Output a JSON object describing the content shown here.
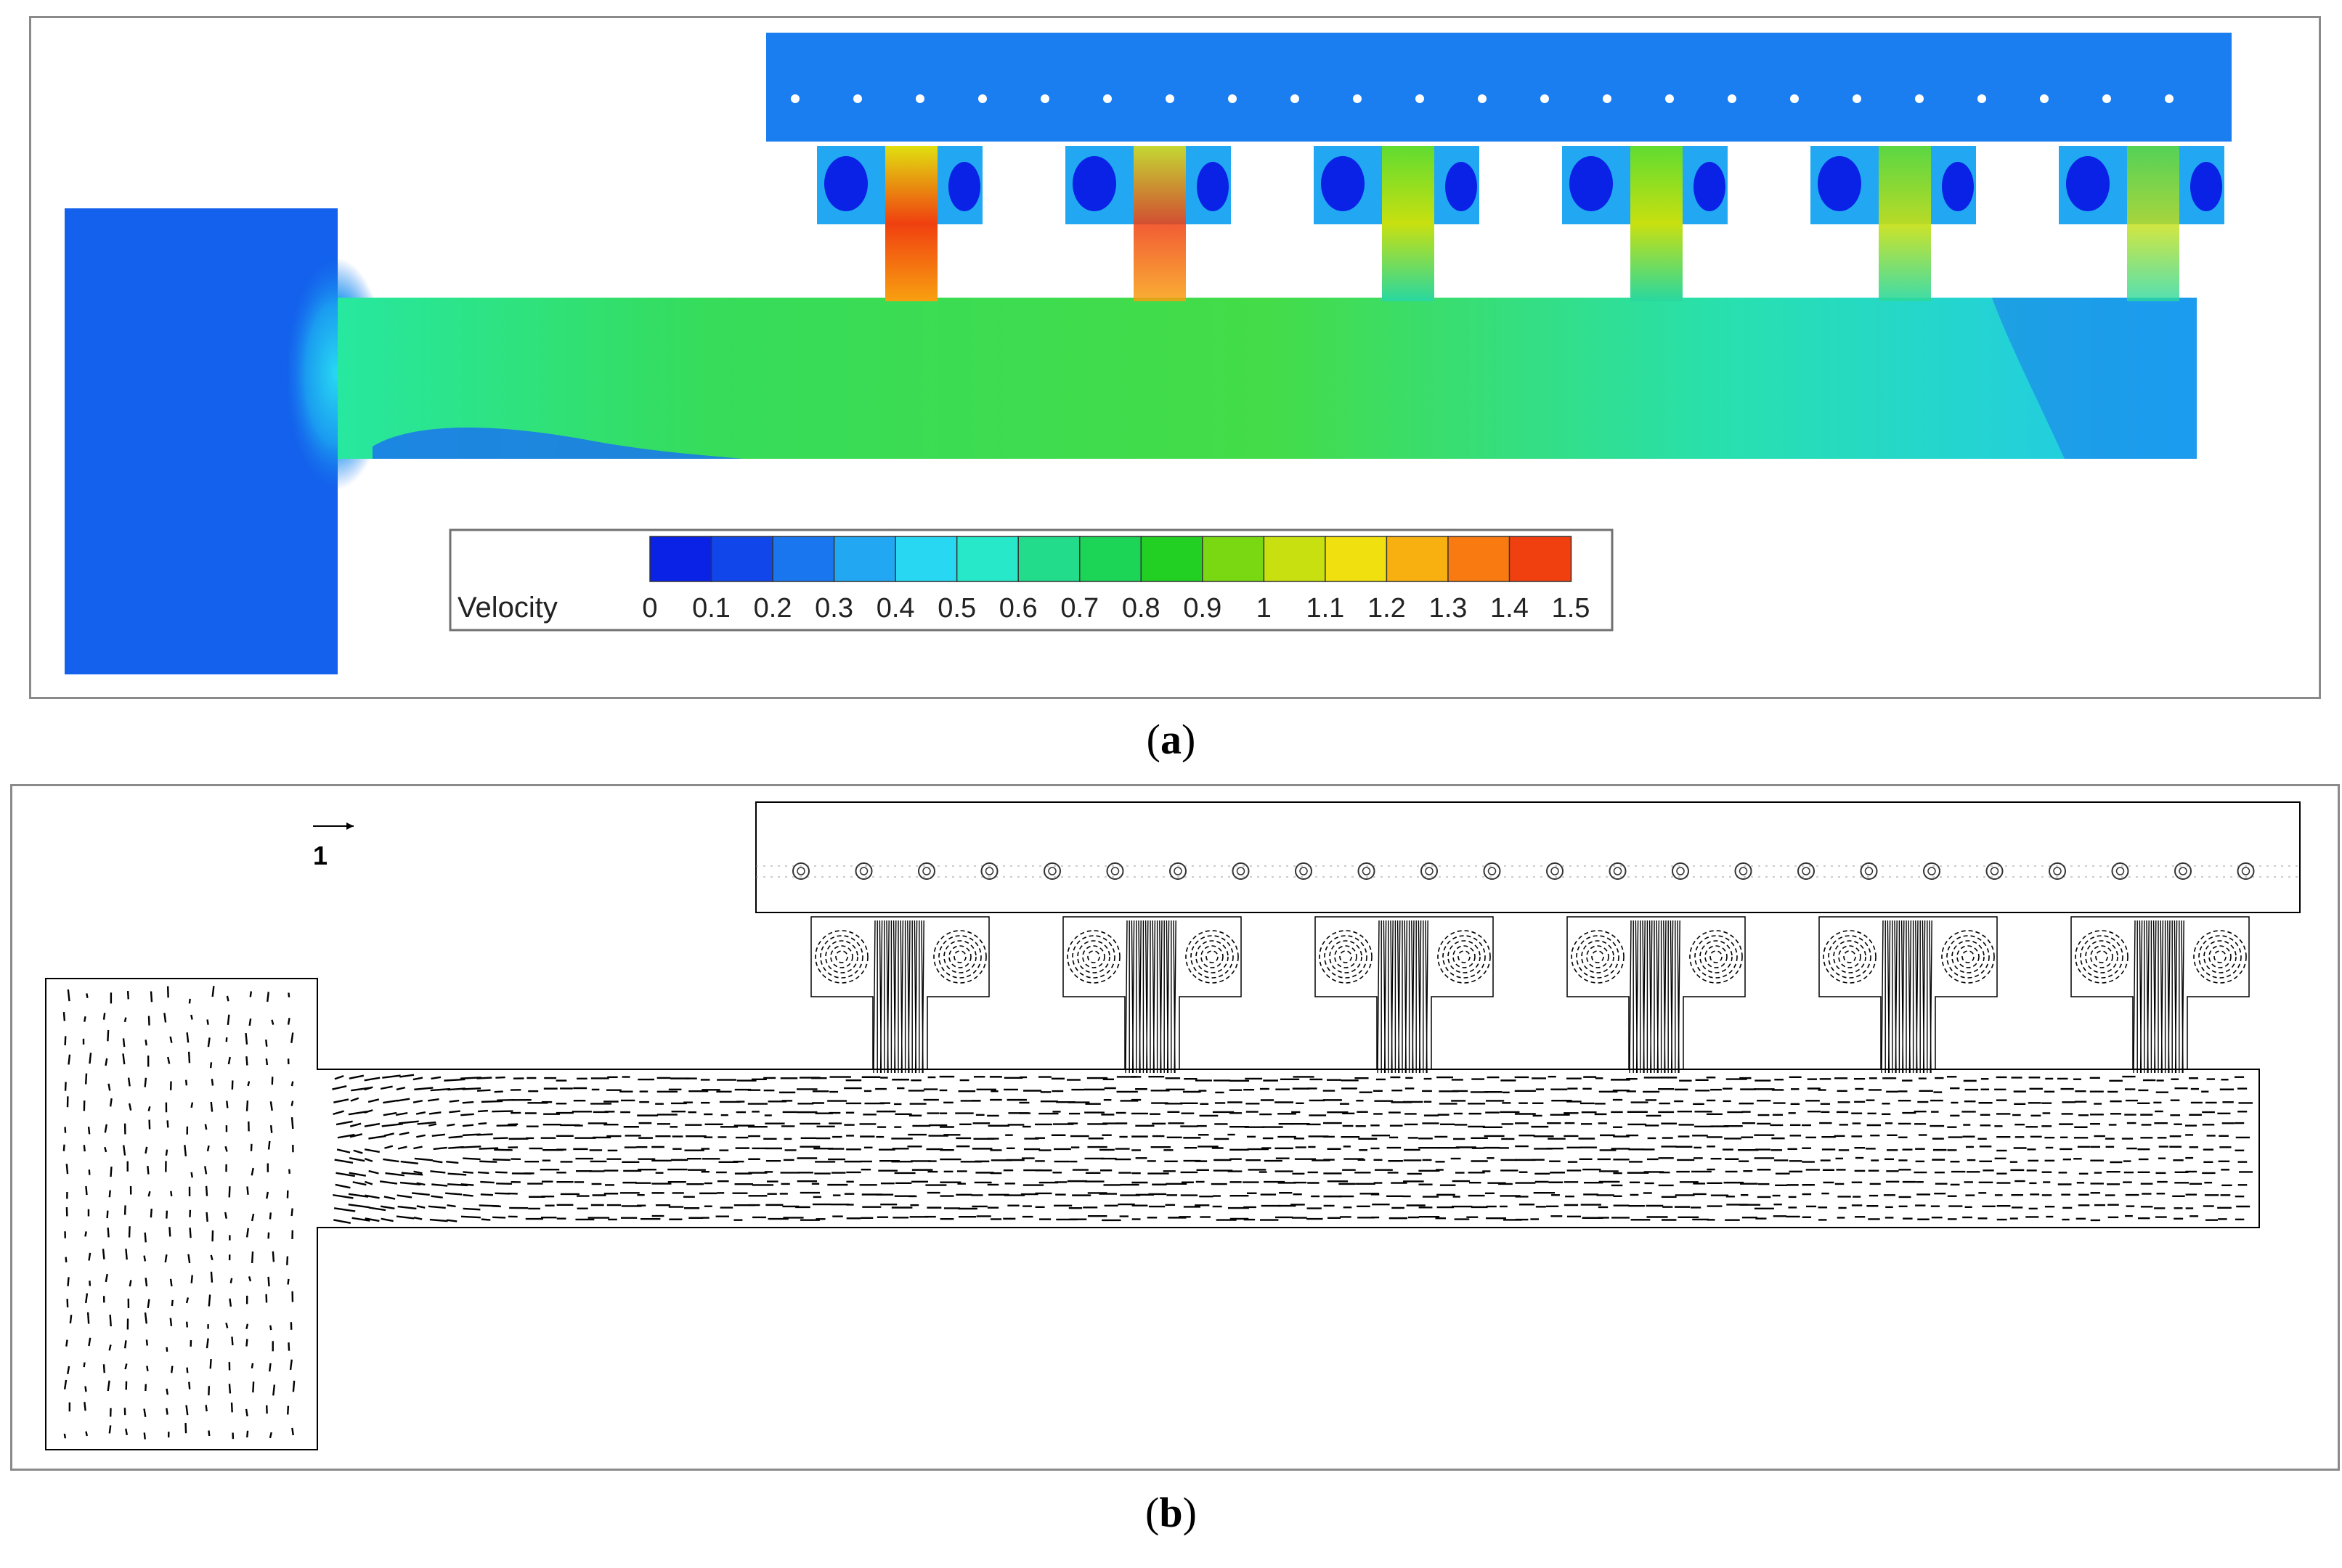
{
  "panels": [
    {
      "caption_letter": "a",
      "legend": {
        "title": "Velocity",
        "ticks": [
          "0",
          "0.1",
          "0.2",
          "0.3",
          "0.4",
          "0.5",
          "0.6",
          "0.7",
          "0.8",
          "0.9",
          "1",
          "1.1",
          "1.2",
          "1.3",
          "1.4",
          "1.5"
        ],
        "colors": [
          "#0a22e6",
          "#1146ea",
          "#1a76ee",
          "#22a8f2",
          "#28d8f2",
          "#27e8c8",
          "#22dc8c",
          "#1cd456",
          "#22d024",
          "#7ad812",
          "#c8e010",
          "#f0e010",
          "#f8b010",
          "#f87a10",
          "#f04010"
        ]
      }
    },
    {
      "caption_letter": "b",
      "reference_vector_label": "1"
    }
  ]
}
